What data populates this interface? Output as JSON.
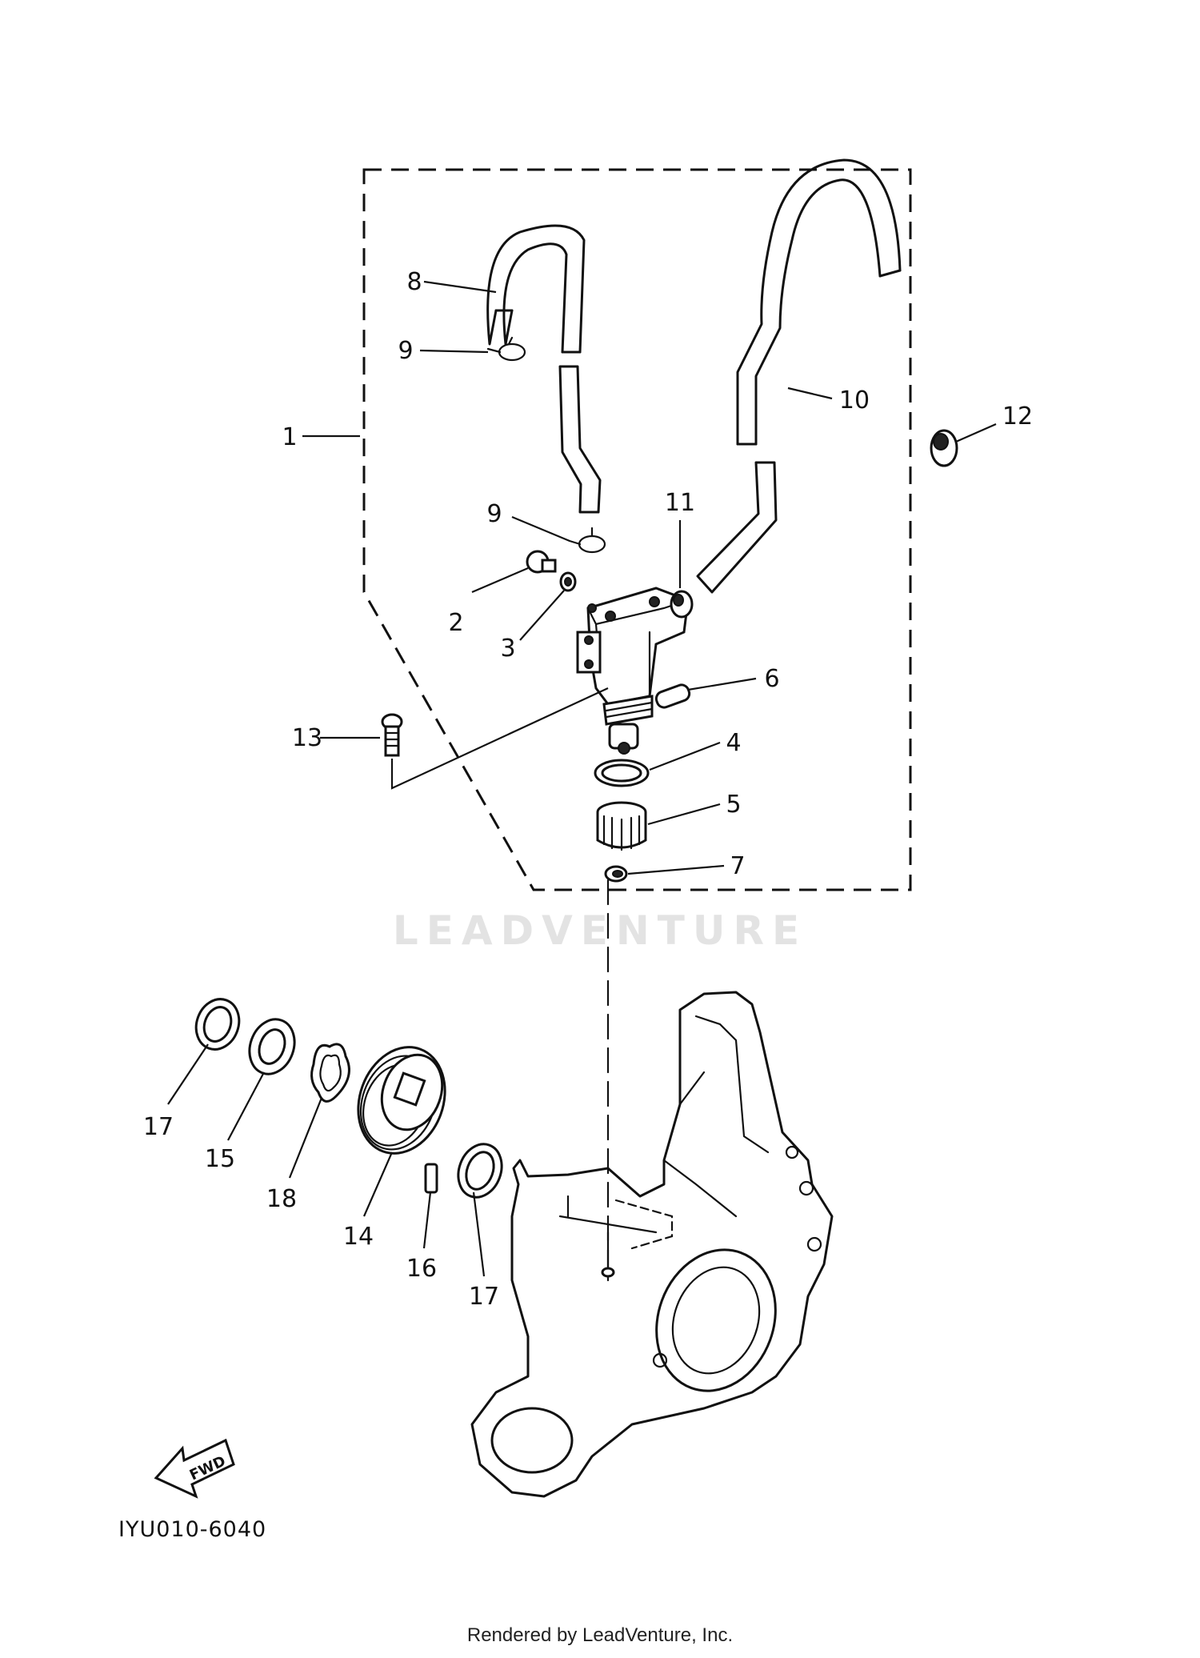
{
  "diagram": {
    "callouts": [
      "1",
      "2",
      "3",
      "4",
      "5",
      "6",
      "7",
      "8",
      "9",
      "9",
      "10",
      "11",
      "12",
      "13",
      "14",
      "15",
      "16",
      "17",
      "17",
      "18"
    ],
    "forward_badge": "FWD",
    "drawing_code": "IYU010-6040",
    "watermark": "LEADVENTURE",
    "footer": "Rendered by LeadVenture, Inc."
  }
}
